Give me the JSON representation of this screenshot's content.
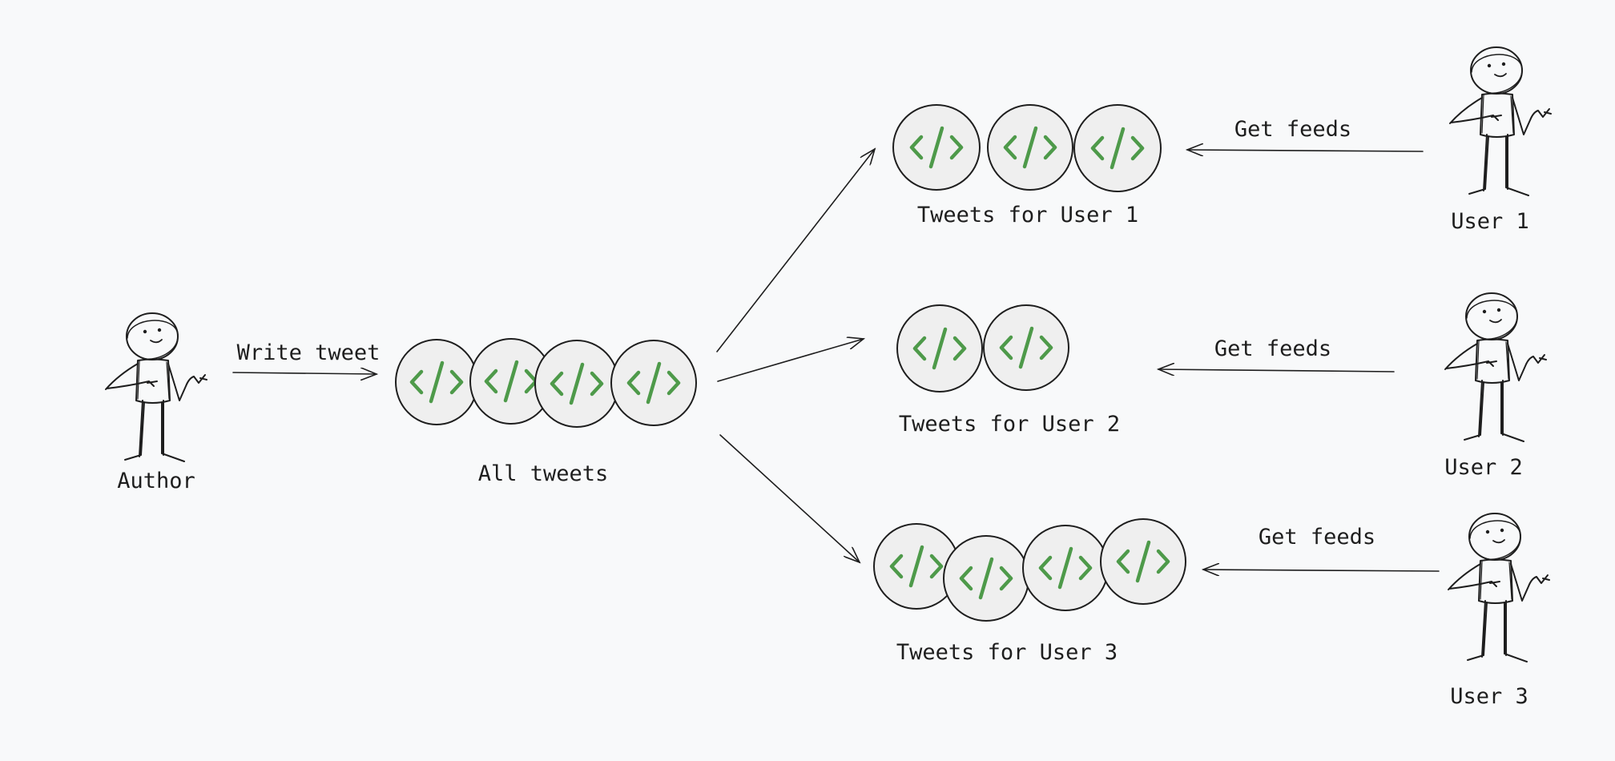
{
  "colors": {
    "background": "#f8f9fa",
    "stroke": "#1e1e1e",
    "code_icon": "#4e9a4a",
    "circle_fill": "#efefef"
  },
  "actors": {
    "author": {
      "label": "Author",
      "icon": "stick-figure-icon"
    },
    "user1": {
      "label": "User 1",
      "icon": "stick-figure-icon"
    },
    "user2": {
      "label": "User 2",
      "icon": "stick-figure-icon"
    },
    "user3": {
      "label": "User 3",
      "icon": "stick-figure-icon"
    }
  },
  "groups": {
    "all_tweets": {
      "label": "All tweets",
      "count": 4,
      "icon": "code-icon"
    },
    "user1_tweets": {
      "label": "Tweets for User 1",
      "count": 3,
      "icon": "code-icon"
    },
    "user2_tweets": {
      "label": "Tweets for User 2",
      "count": 2,
      "icon": "code-icon"
    },
    "user3_tweets": {
      "label": "Tweets for User 3",
      "count": 4,
      "icon": "code-icon"
    }
  },
  "edges": {
    "write": {
      "label": "Write tweet"
    },
    "get_feeds_1": {
      "label": "Get feeds"
    },
    "get_feeds_2": {
      "label": "Get feeds"
    },
    "get_feeds_3": {
      "label": "Get feeds"
    }
  }
}
